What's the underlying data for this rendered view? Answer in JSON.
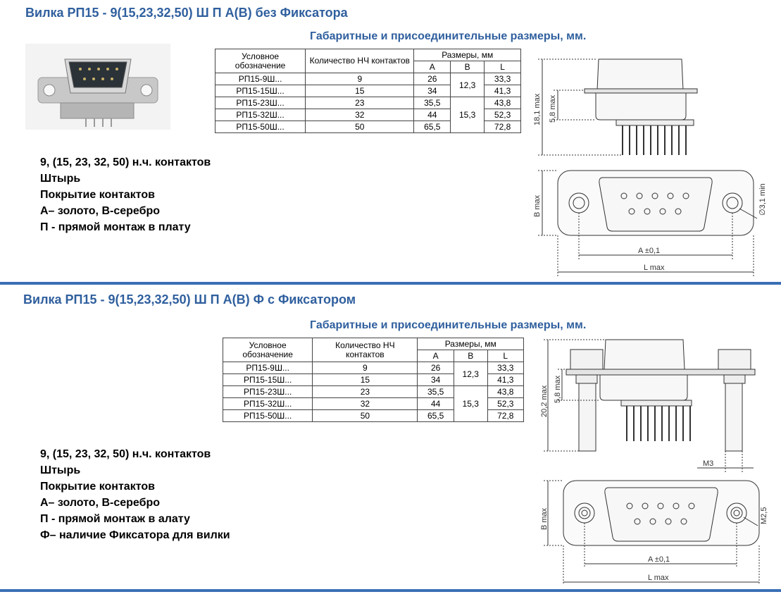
{
  "colors": {
    "title": "#2f5f9e",
    "divider": "#3a6fb6"
  },
  "section1": {
    "title": "Вилка РП15 - 9(15,23,32,50) Ш П А(В)  без Фиксатора",
    "subtitle": "Габаритные и присоединительные размеры, мм.",
    "table": {
      "h_designation": "Условное обозначение",
      "h_count": "Количество НЧ контактов",
      "h_sizes": "Размеры, мм",
      "h_a": "А",
      "h_b": "В",
      "h_l": "L",
      "rows": [
        {
          "name": "РП15-9Ш...",
          "count": "9",
          "a": "26",
          "l": "33,3"
        },
        {
          "name": "РП15-15Ш...",
          "count": "15",
          "a": "34",
          "l": "41,3"
        },
        {
          "name": "РП15-23Ш...",
          "count": "23",
          "a": "35,5",
          "l": "43,8"
        },
        {
          "name": "РП15-32Ш...",
          "count": "32",
          "a": "44",
          "l": "52,3"
        },
        {
          "name": "РП15-50Ш...",
          "count": "50",
          "a": "65,5",
          "l": "72,8"
        }
      ],
      "b_group1": "12,3",
      "b_group2": "15,3"
    },
    "bullets": [
      "9, (15, 23, 32, 50)  н.ч. контактов",
      "Штырь",
      "Покрытие контактов",
      "А– золото, В-серебро",
      "П - прямой монтаж в плату"
    ],
    "drawing": {
      "dim_h1": "18,1 max",
      "dim_h2": "5,8 max",
      "dim_b": "B max",
      "dim_hole": "∅3,1 min",
      "dim_a": "A ±0,1",
      "dim_l": "L max"
    }
  },
  "section2": {
    "title": "Вилка РП15 - 9(15,23,32,50) Ш П А(В) Ф с Фиксатором",
    "subtitle": "Габаритные и присоединительные размеры, мм.",
    "table": {
      "h_designation": "Условное обозначение",
      "h_count": "Количество НЧ контактов",
      "h_sizes": "Размеры, мм",
      "h_a": "А",
      "h_b": "В",
      "h_l": "L",
      "rows": [
        {
          "name": "РП15-9Ш...",
          "count": "9",
          "a": "26",
          "l": "33,3"
        },
        {
          "name": "РП15-15Ш...",
          "count": "15",
          "a": "34",
          "l": "41,3"
        },
        {
          "name": "РП15-23Ш...",
          "count": "23",
          "a": "35,5",
          "l": "43,8"
        },
        {
          "name": "РП15-32Ш...",
          "count": "32",
          "a": "44",
          "l": "52,3"
        },
        {
          "name": "РП15-50Ш...",
          "count": "50",
          "a": "65,5",
          "l": "72,8"
        }
      ],
      "b_group1": "12,3",
      "b_group2": "15,3"
    },
    "bullets": [
      "9, (15, 23, 32, 50)  н.ч. контактов",
      "Штырь",
      "Покрытие контактов",
      "А– золото, В-серебро",
      "П - прямой монтаж в алату",
      "Ф– наличие Фиксатора для вилки"
    ],
    "drawing": {
      "dim_h1": "20,2 max",
      "dim_h2": "5,8 max",
      "dim_m3": "M3",
      "dim_b": "B max",
      "dim_m25": "M2,5",
      "dim_a": "A ±0,1",
      "dim_l": "L max"
    }
  }
}
